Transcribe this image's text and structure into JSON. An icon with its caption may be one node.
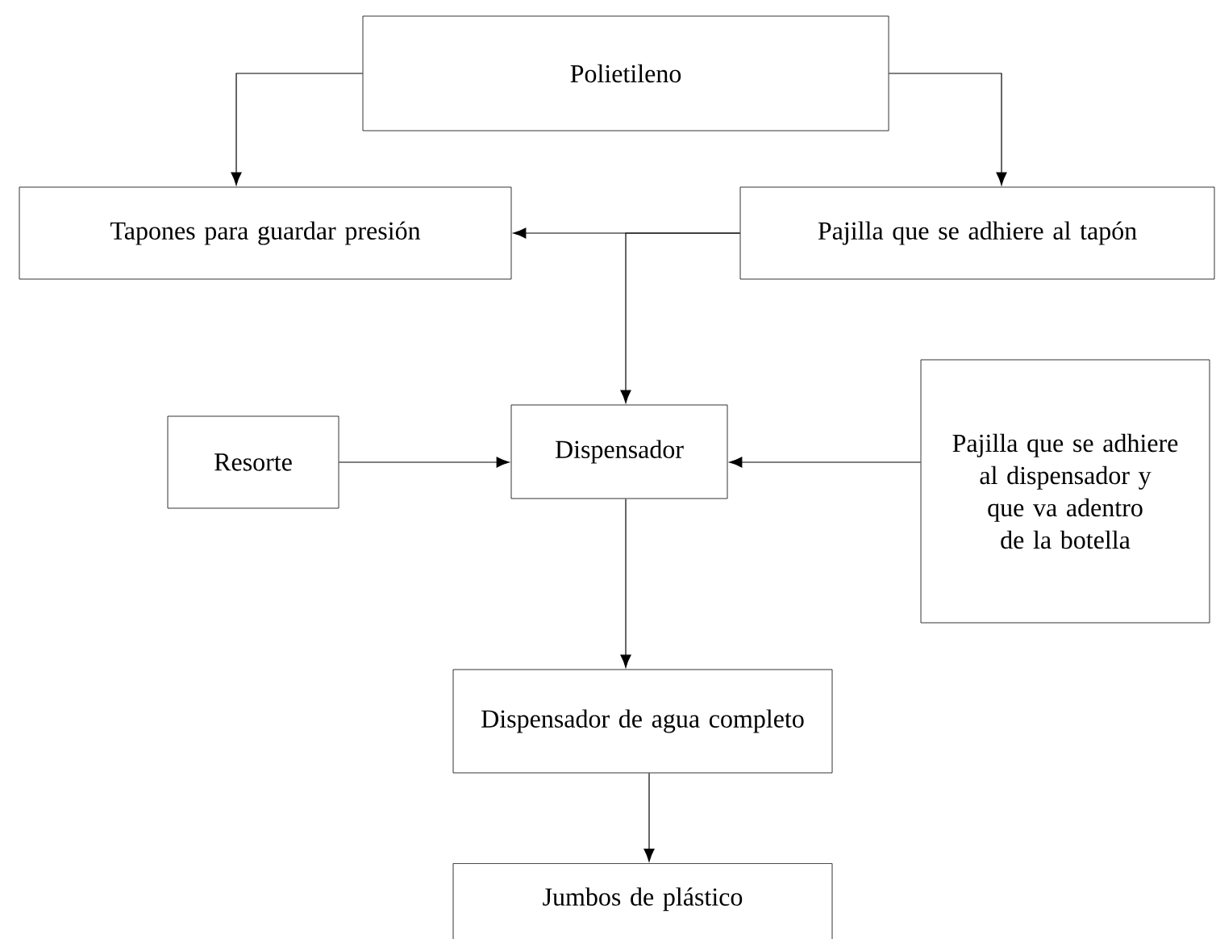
{
  "diagram": {
    "nodes": [
      {
        "text": [
          "Polietileno"
        ]
      },
      {
        "text": [
          "Tapones para guardar presión"
        ]
      },
      {
        "text": [
          "Pajilla que se adhiere al tapón"
        ]
      },
      {
        "text": [
          "Resorte"
        ]
      },
      {
        "text": [
          "Dispensador"
        ]
      },
      {
        "text": [
          "Pajilla que se adhiere al dispensador y que va adentro de la botella"
        ]
      },
      {
        "text": [
          "Dispensador de agua completo"
        ]
      },
      {
        "text": [
          "Jumbos de plástico"
        ]
      }
    ],
    "edges": [
      {
        "from": 0,
        "to": 1,
        "arrow": "to"
      },
      {
        "from": 0,
        "to": 2,
        "arrow": "to"
      },
      {
        "from": 2,
        "to": 1,
        "arrow": "to"
      },
      {
        "from": 2,
        "to": 4,
        "arrow": "to"
      },
      {
        "from": 3,
        "to": 4,
        "arrow": "to"
      },
      {
        "from": 5,
        "to": 4,
        "arrow": "to"
      },
      {
        "from": 4,
        "to": 6,
        "arrow": "to"
      },
      {
        "from": 6,
        "to": 7,
        "arrow": "to"
      }
    ]
  }
}
